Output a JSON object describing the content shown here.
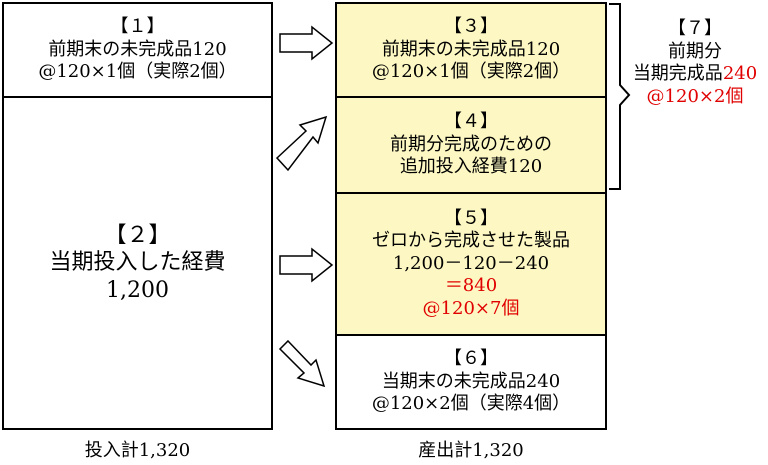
{
  "input_column": {
    "box1": {
      "number": "【１】",
      "line1": "前期末の未完成品120",
      "line2": "@120×1個（実際2個）"
    },
    "box2": {
      "number": "【２】",
      "line1": "当期投入した経費",
      "line2": "1,200"
    },
    "total": "投入計1,320"
  },
  "output_column": {
    "box3": {
      "number": "【３】",
      "line1": "前期末の未完成品120",
      "line2": "@120×1個（実際2個）"
    },
    "box4": {
      "number": "【４】",
      "line1": "前期分完成のための",
      "line2": "追加投入経費120"
    },
    "box5": {
      "number": "【５】",
      "line1": "ゼロから完成させた製品",
      "line2": "1,200－120－240",
      "line3": "＝840",
      "line4": "@120×7個"
    },
    "box6": {
      "number": "【６】",
      "line1": "当期末の未完成品240",
      "line2": "@120×2個（実際4個）"
    },
    "total": "産出計1,320"
  },
  "group7": {
    "number": "【７】",
    "line1": "前期分",
    "line2_prefix": "当期完成品",
    "line2_value": "240",
    "line3": "@120×2個"
  },
  "colors": {
    "highlight_fill": "#fdf8c3",
    "emphasis_red": "#e00000",
    "border": "#000000"
  }
}
